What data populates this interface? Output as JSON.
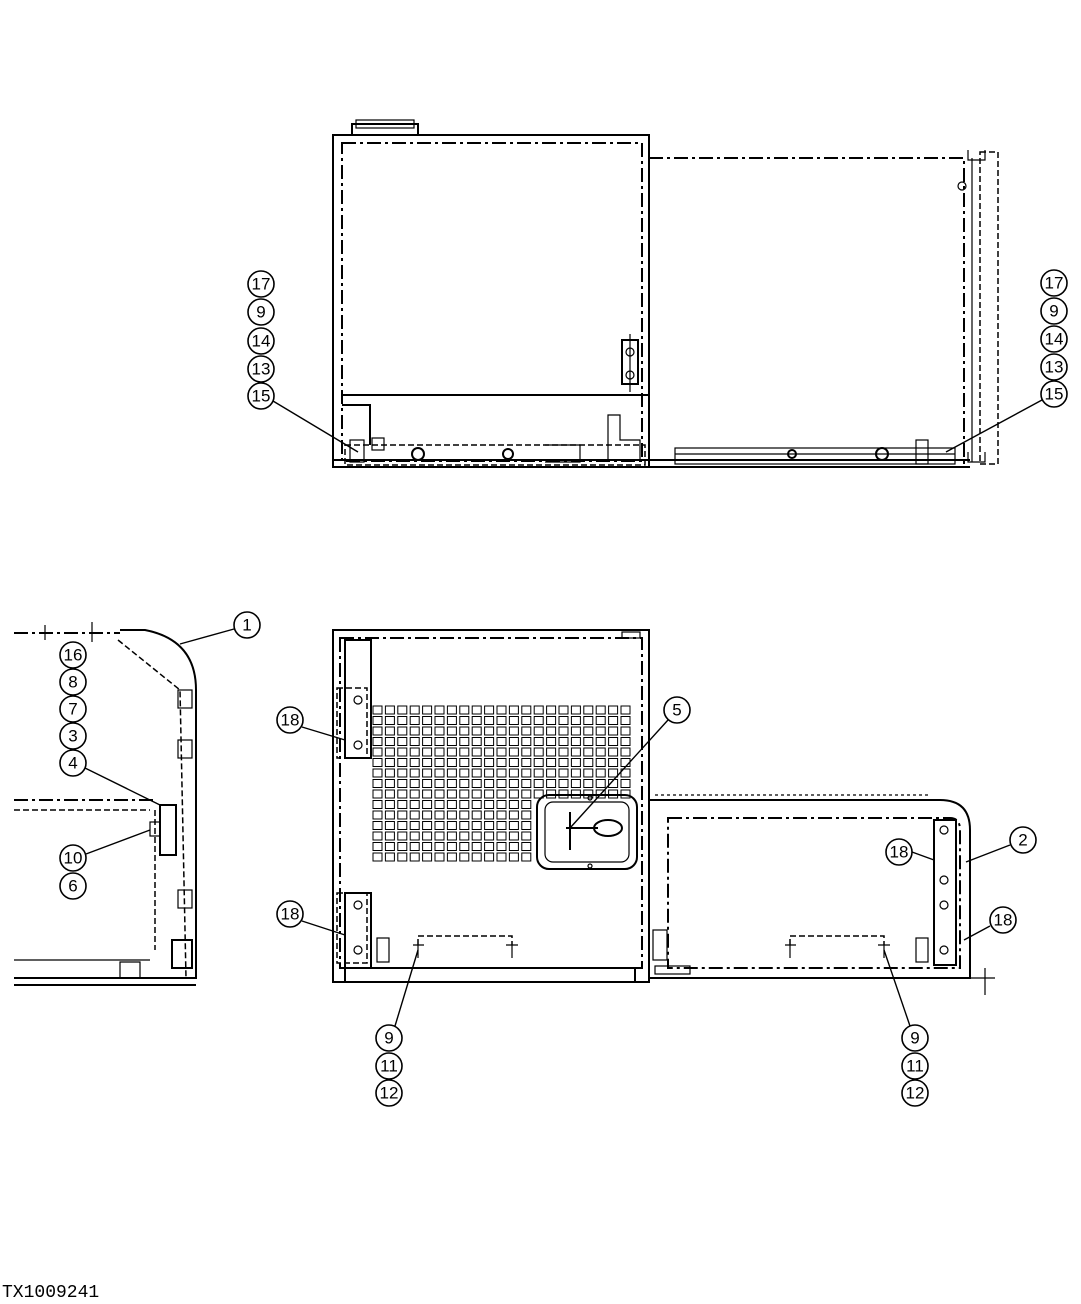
{
  "figure_id": "TX1009241",
  "top_view": {
    "left_callouts": [
      "17",
      "9",
      "14",
      "13",
      "15"
    ],
    "right_callouts": [
      "17",
      "9",
      "14",
      "13",
      "15"
    ]
  },
  "side_view": {
    "callouts": [
      "1",
      "16",
      "8",
      "7",
      "3",
      "4",
      "10",
      "6"
    ]
  },
  "front_view": {
    "callouts": [
      "18",
      "18",
      "5",
      "18",
      "2",
      "18"
    ],
    "bottom_left_callouts": [
      "9",
      "11",
      "12"
    ],
    "bottom_right_callouts": [
      "9",
      "11",
      "12"
    ]
  }
}
